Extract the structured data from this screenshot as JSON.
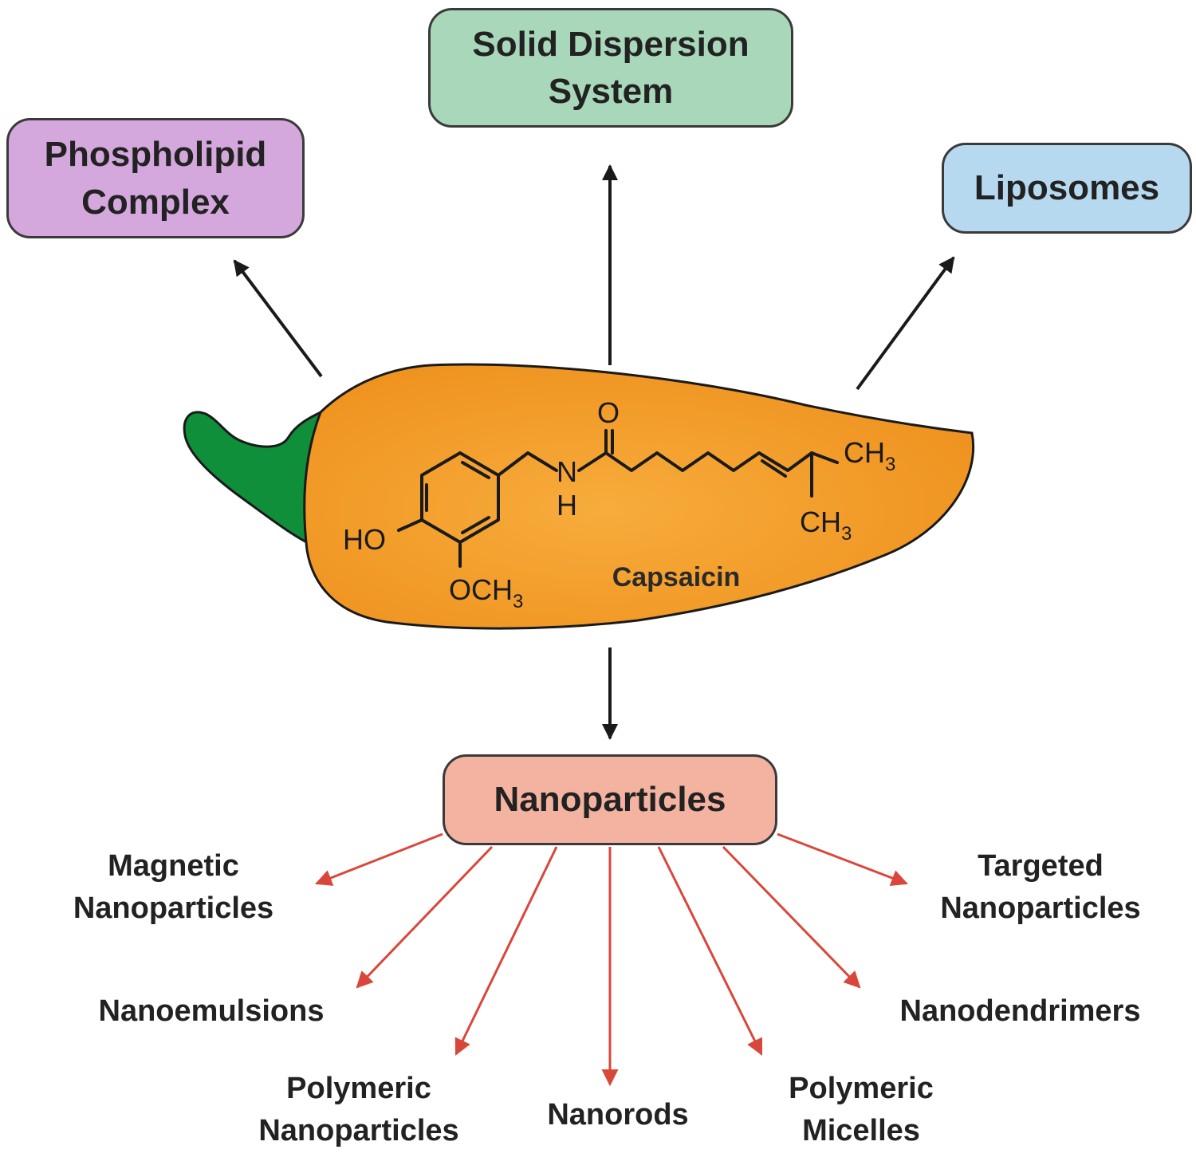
{
  "boxes": {
    "solid_dispersion": {
      "line1": "Solid Dispersion",
      "line2": "System",
      "color": "#a8d8b9"
    },
    "phospholipid": {
      "line1": "Phospholipid",
      "line2": "Complex",
      "color": "#d4a8dd"
    },
    "liposomes": {
      "label": "Liposomes",
      "color": "#b6d9f0"
    },
    "nanoparticles": {
      "label": "Nanoparticles",
      "color": "#f4b3a0"
    }
  },
  "pepper": {
    "name": "Capsaicin",
    "body_color": "#f39c25",
    "stem_color": "#0f8f3a",
    "atoms": {
      "ho": "HO",
      "och": "OCH",
      "och_sub": "3",
      "n": "N",
      "h": "H",
      "o": "O",
      "ch_top": "CH",
      "ch_top_sub": "3",
      "ch_bottom": "CH",
      "ch_bottom_sub": "3"
    }
  },
  "nano_types": {
    "magnetic": {
      "line1": "Magnetic",
      "line2": "Nanoparticles"
    },
    "nanoemulsions": {
      "line1": "Nanoemulsions"
    },
    "polymeric_np": {
      "line1": "Polymeric",
      "line2": "Nanoparticles"
    },
    "nanorods": {
      "line1": "Nanorods"
    },
    "polymeric_micelles": {
      "line1": "Polymeric",
      "line2": "Micelles"
    },
    "nanodendrimers": {
      "line1": "Nanodendrimers"
    },
    "targeted": {
      "line1": "Targeted",
      "line2": "Nanoparticles"
    }
  },
  "colors": {
    "arrow_black": "#1a1a1a",
    "arrow_red": "#d9473a"
  }
}
